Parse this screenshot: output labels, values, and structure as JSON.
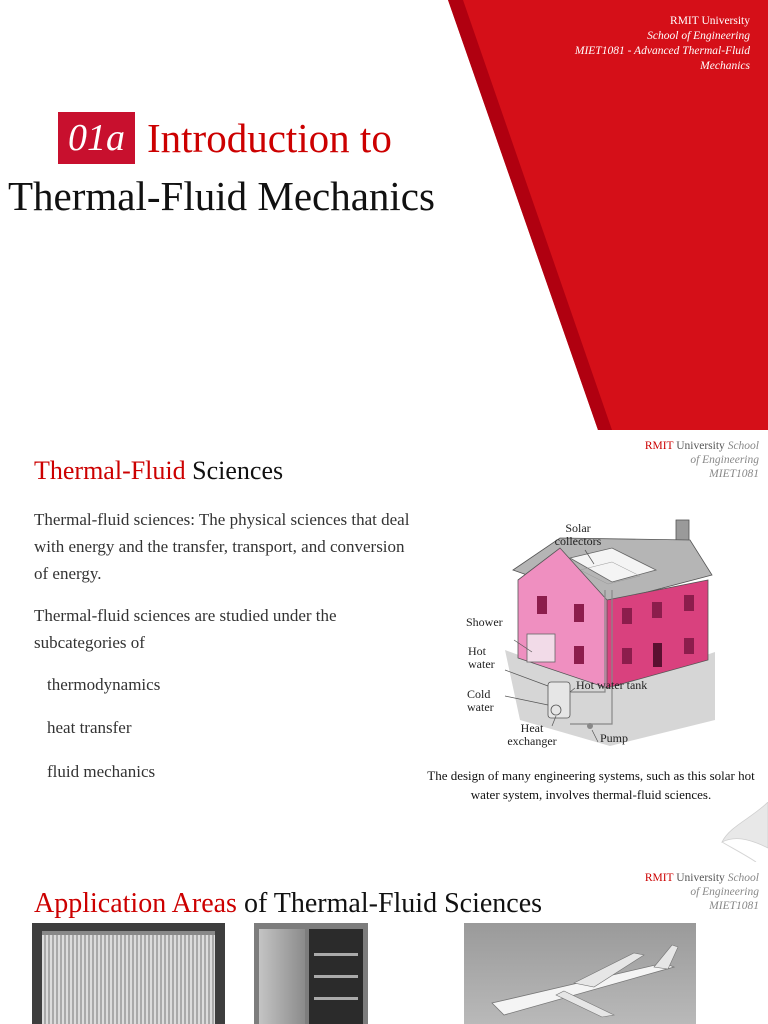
{
  "slide1": {
    "header": {
      "university": "RMIT University",
      "school": "School of Engineering",
      "course_line1": "MIET1081 - Advanced Thermal-Fluid",
      "course_line2": "Mechanics"
    },
    "number": "01a",
    "title_line1": "Introduction to",
    "title_line2": "Thermal-Fluid Mechanics",
    "accent_color": "#c8102e"
  },
  "slide2": {
    "header": {
      "rmit": "RMIT",
      "university": "University",
      "school1": "School",
      "school2": "of Engineering",
      "code": "MIET1081"
    },
    "title_highlight": "Thermal-Fluid",
    "title_rest": "Sciences",
    "paragraph1": "Thermal-fluid sciences: The physical sciences that deal with energy and the transfer, transport, and conversion of energy.",
    "paragraph2": "Thermal-fluid sciences are studied under the subcategories of",
    "bullets": [
      "thermodynamics",
      "heat transfer",
      "fluid mechanics"
    ],
    "figure_labels": {
      "solar1": "Solar",
      "solar2": "collectors",
      "shower": "Shower",
      "hot1": "Hot",
      "hot2": "water",
      "tank": "Hot water tank",
      "cold1": "Cold",
      "cold2": "water",
      "heat1": "Heat",
      "heat2": "exchanger",
      "pump": "Pump"
    },
    "caption": "The design of many engineering systems, such as this solar hot water system, involves thermal-fluid sciences."
  },
  "slide3": {
    "header": {
      "rmit": "RMIT",
      "university": "University",
      "school1": "School",
      "school2": "of Engineering",
      "code": "MIET1081"
    },
    "title_highlight": "Application Areas",
    "title_rest": "of Thermal-Fluid Sciences"
  }
}
